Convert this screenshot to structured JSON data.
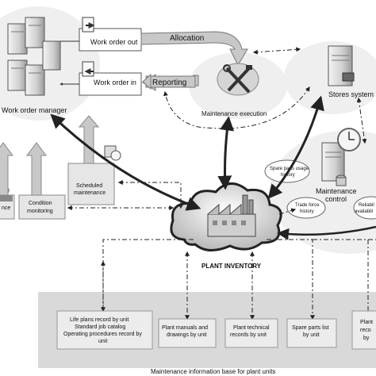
{
  "nodes": {
    "work_order_manager": "Work order manager",
    "work_order_out": "Work order out",
    "work_order_in": "Work order in",
    "allocation": "Allocation",
    "reporting": "Reporting",
    "maintenance_execution": "Maintenance execution",
    "stores_system": "Stores system",
    "scheduled_maintenance": [
      "Scheduled",
      "maintenance"
    ],
    "condition_monitoring": [
      "Condition",
      "monitoring"
    ],
    "left_partial": "nce",
    "maintenance_control": [
      "Maintenance",
      "control"
    ],
    "spare_parts_usage_history": [
      "Spare parts usage",
      "history"
    ],
    "trade_force_history": [
      "Trade force",
      "history"
    ],
    "reliability_partial": [
      "Reliabil",
      "availabili"
    ],
    "plant_inventory": "PLANT INVENTORY"
  },
  "info_base": {
    "caption": "Maintenance information base for plant units",
    "boxes": [
      [
        "Life plans record by unit",
        "Standard job catalog",
        "Operating procedures record by",
        "unit"
      ],
      [
        "Plant manuals and",
        "drawings by unit"
      ],
      [
        "Plant technical",
        "records by unit"
      ],
      [
        "Spare parts list",
        "by unit"
      ],
      [
        "Plant",
        "reco",
        "by"
      ]
    ]
  },
  "colors": {
    "panel_fill": "#d9d9d9",
    "box_fill": "#ececec",
    "ellipse_fill": "#efefef",
    "arrow_fill": "#c8c8c8",
    "line": "#222222"
  }
}
